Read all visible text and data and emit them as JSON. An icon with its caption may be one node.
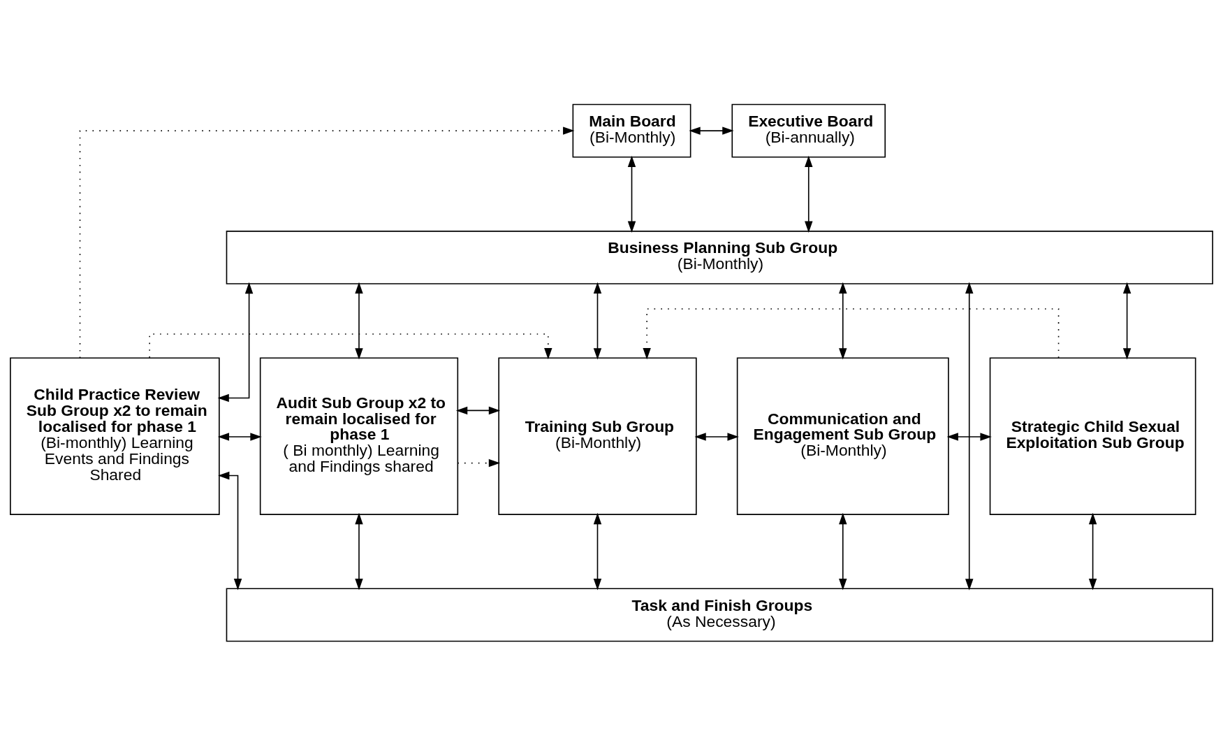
{
  "diagram": {
    "nodes": [
      {
        "text": [
          "Main Board",
          "(Bi-Monthly)"
        ]
      },
      {
        "text": [
          "Executive Board",
          "(Bi-annually)"
        ]
      },
      {
        "text": [
          "Business Planning Sub Group",
          "(Bi-Monthly)"
        ]
      },
      {
        "text": [
          "Child Practice Review Sub Group x2 to remain localised for phase 1",
          "(Bi-monthly) Learning Events and Findings Shared"
        ]
      },
      {
        "text": [
          "Audit Sub Group x2 to remain localised for phase 1",
          "( Bi monthly) Learning and Findings shared"
        ]
      },
      {
        "text": [
          "Training Sub Group",
          "(Bi-Monthly)"
        ]
      },
      {
        "text": [
          "Communication and Engagement Sub Group",
          "(Bi-Monthly)"
        ]
      },
      {
        "text": [
          "Strategic Child Sexual Exploitation Sub Group"
        ]
      },
      {
        "text": [
          "Task and Finish Groups",
          "(As Necessary)"
        ]
      }
    ],
    "edges": [
      {
        "from": 0,
        "to": 1,
        "arrow": "both"
      },
      {
        "from": 0,
        "to": 2,
        "arrow": "both"
      },
      {
        "from": 1,
        "to": 2,
        "arrow": "both"
      },
      {
        "from": 2,
        "to": 8,
        "arrow": "both"
      },
      {
        "from": 2,
        "to": 3,
        "arrow": "both"
      },
      {
        "from": 2,
        "to": 4,
        "arrow": "both"
      },
      {
        "from": 2,
        "to": 5,
        "arrow": "both"
      },
      {
        "from": 2,
        "to": 6,
        "arrow": "both"
      },
      {
        "from": 2,
        "to": 7,
        "arrow": "both"
      },
      {
        "from": 3,
        "to": 4,
        "arrow": "both"
      },
      {
        "from": 4,
        "to": 5,
        "arrow": "both"
      },
      {
        "from": 5,
        "to": 6,
        "arrow": "both"
      },
      {
        "from": 6,
        "to": 7,
        "arrow": "both"
      },
      {
        "from": 3,
        "to": 8,
        "arrow": "both"
      },
      {
        "from": 4,
        "to": 8,
        "arrow": "both"
      },
      {
        "from": 5,
        "to": 8,
        "arrow": "both"
      },
      {
        "from": 6,
        "to": 8,
        "arrow": "both"
      },
      {
        "from": 7,
        "to": 8,
        "arrow": "both"
      },
      {
        "from": 3,
        "to": 0,
        "arrow": "to",
        "style": "dashed"
      },
      {
        "from": 3,
        "to": 5,
        "arrow": "to",
        "style": "dashed"
      },
      {
        "from": 4,
        "to": 5,
        "arrow": "to",
        "style": "dashed"
      },
      {
        "from": 7,
        "to": 5,
        "arrow": "to",
        "style": "dashed"
      }
    ]
  }
}
